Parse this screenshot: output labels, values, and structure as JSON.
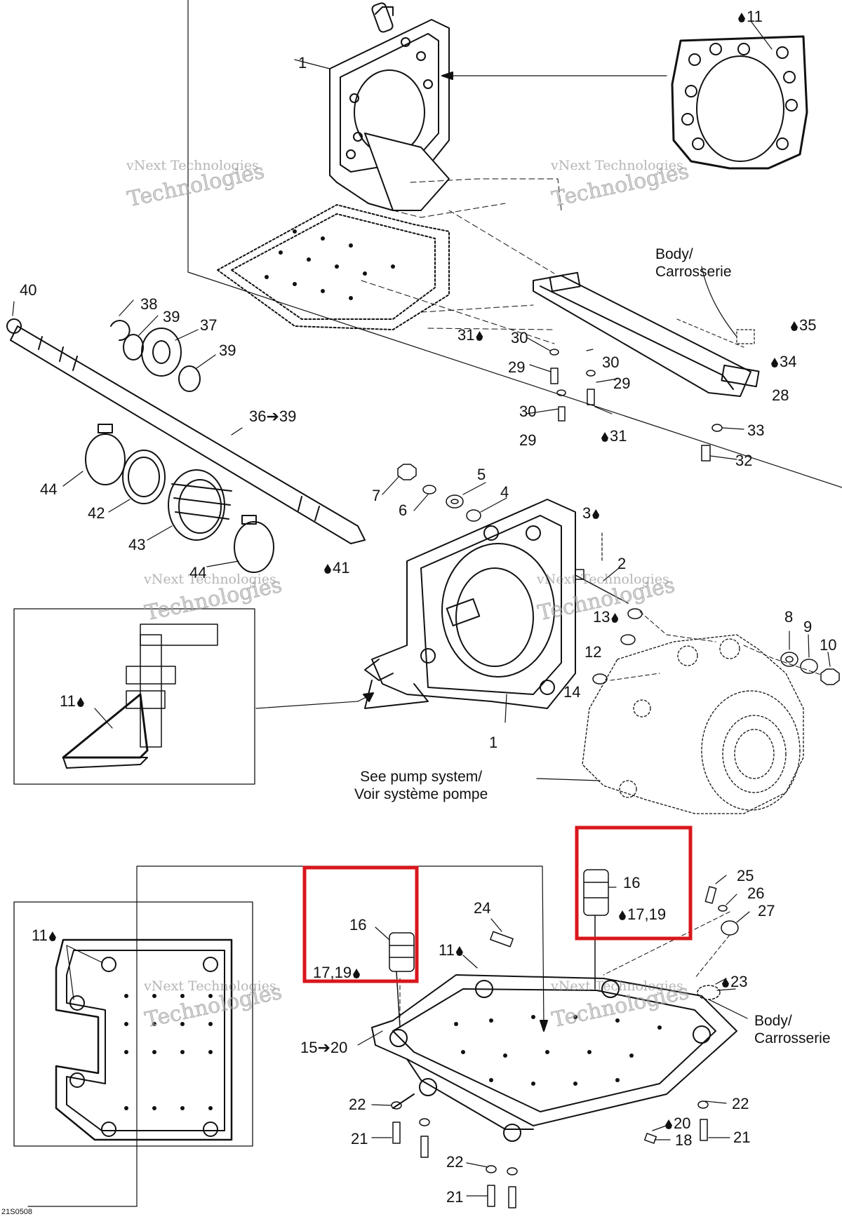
{
  "diagram": {
    "code": "21S0508",
    "watermark": {
      "line1": "vNext Technologies",
      "line2": "Technologies"
    },
    "notes": {
      "body_top": [
        "Body/",
        "Carrosserie"
      ],
      "see_pump": [
        "See pump system/",
        "Voir système pompe"
      ],
      "body_bottom": [
        "Body/",
        "Carrosserie"
      ]
    },
    "callouts": {
      "c1a": "1",
      "c11top": "11",
      "c40": "40",
      "c38": "38",
      "c39a": "39",
      "c37": "37",
      "c39b": "39",
      "c31a": "31",
      "c30a": "30",
      "c29a": "29",
      "c30b": "30",
      "c29b": "29",
      "c30c": "30",
      "c29c": "29",
      "c31b": "31",
      "c35": "35",
      "c34": "34",
      "c28": "28",
      "c33": "33",
      "c32": "32",
      "c36": "36➔39",
      "c44a": "44",
      "c42": "42",
      "c43": "43",
      "c44b": "44",
      "c41": "41",
      "c7": "7",
      "c5": "5",
      "c6": "6",
      "c4": "4",
      "c3": "3",
      "c2": "2",
      "c13": "13",
      "c12": "12",
      "c14": "14",
      "c8": "8",
      "c9": "9",
      "c10": "10",
      "c11mid": "11",
      "c1b": "1",
      "c16a": "16",
      "c1719a": "17,19",
      "c16b": "16",
      "c1719b": "17,19",
      "c24": "24",
      "c11low": "11",
      "c25": "25",
      "c26": "26",
      "c27": "27",
      "c23": "23",
      "c11left": "11",
      "c15": "15➔20",
      "c22a": "22",
      "c21a": "21",
      "c22b": "22",
      "c21b": "21",
      "c20": "20",
      "c18": "18",
      "c22c": "22",
      "c21c": "21"
    },
    "highlight_color": "#d9161c"
  }
}
